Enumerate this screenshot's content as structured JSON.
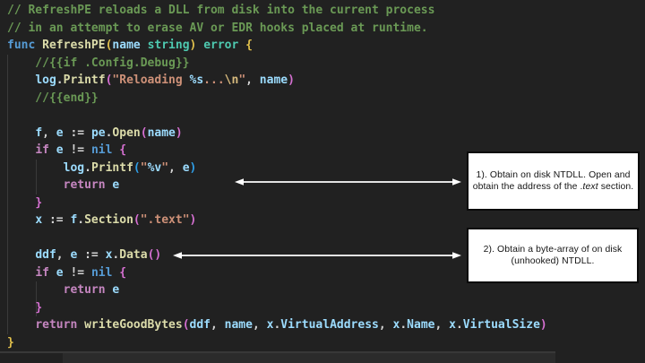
{
  "background": "#212121",
  "code_editor": {
    "colors": {
      "comment": "#6A9955",
      "kw": "#C586C0",
      "kwblue": "#569CD6",
      "fn": "#DCDCAA",
      "v": "#9CDCFE",
      "ty": "#4EC9B0",
      "s": "#CE9178",
      "esc": "#D7BA7D",
      "fmt": "#9CDCFE",
      "p": "#D4D4D4",
      "b1": "#E2C14C",
      "b2": "#D670D2",
      "b3": "#2F9FE8"
    },
    "lines": [
      [
        {
          "t": "// RefreshPE reloads a DLL from disk into the current process",
          "c": "comment"
        }
      ],
      [
        {
          "t": "// in an attempt to erase AV or EDR hooks placed at runtime.",
          "c": "comment"
        }
      ],
      [
        {
          "t": "func",
          "c": "kwblue"
        },
        {
          "t": " ",
          "c": "p"
        },
        {
          "t": "RefreshPE",
          "c": "fn"
        },
        {
          "t": "(",
          "c": "b1"
        },
        {
          "t": "name",
          "c": "v"
        },
        {
          "t": " ",
          "c": "p"
        },
        {
          "t": "string",
          "c": "ty"
        },
        {
          "t": ")",
          "c": "b1"
        },
        {
          "t": " ",
          "c": "p"
        },
        {
          "t": "error",
          "c": "ty"
        },
        {
          "t": " ",
          "c": "p"
        },
        {
          "t": "{",
          "c": "b1"
        }
      ],
      [
        {
          "t": "    //{{if .Config.Debug}}",
          "c": "comment"
        }
      ],
      [
        {
          "t": "    ",
          "c": "p"
        },
        {
          "t": "log",
          "c": "v"
        },
        {
          "t": ".",
          "c": "p"
        },
        {
          "t": "Printf",
          "c": "fn"
        },
        {
          "t": "(",
          "c": "b2"
        },
        {
          "t": "\"Reloading ",
          "c": "s"
        },
        {
          "t": "%s",
          "c": "fmt"
        },
        {
          "t": "...",
          "c": "s"
        },
        {
          "t": "\\n",
          "c": "esc"
        },
        {
          "t": "\"",
          "c": "s"
        },
        {
          "t": ", ",
          "c": "p"
        },
        {
          "t": "name",
          "c": "v"
        },
        {
          "t": ")",
          "c": "b2"
        }
      ],
      [
        {
          "t": "    //{{end}}",
          "c": "comment"
        }
      ],
      [],
      [
        {
          "t": "    ",
          "c": "p"
        },
        {
          "t": "f",
          "c": "v"
        },
        {
          "t": ", ",
          "c": "p"
        },
        {
          "t": "e",
          "c": "v"
        },
        {
          "t": " := ",
          "c": "p"
        },
        {
          "t": "pe",
          "c": "v"
        },
        {
          "t": ".",
          "c": "p"
        },
        {
          "t": "Open",
          "c": "fn"
        },
        {
          "t": "(",
          "c": "b2"
        },
        {
          "t": "name",
          "c": "v"
        },
        {
          "t": ")",
          "c": "b2"
        }
      ],
      [
        {
          "t": "    ",
          "c": "p"
        },
        {
          "t": "if",
          "c": "kw"
        },
        {
          "t": " ",
          "c": "p"
        },
        {
          "t": "e",
          "c": "v"
        },
        {
          "t": " != ",
          "c": "p"
        },
        {
          "t": "nil",
          "c": "kwblue"
        },
        {
          "t": " ",
          "c": "p"
        },
        {
          "t": "{",
          "c": "b2"
        }
      ],
      [
        {
          "t": "        ",
          "c": "p"
        },
        {
          "t": "log",
          "c": "v"
        },
        {
          "t": ".",
          "c": "p"
        },
        {
          "t": "Printf",
          "c": "fn"
        },
        {
          "t": "(",
          "c": "b3"
        },
        {
          "t": "\"",
          "c": "s"
        },
        {
          "t": "%v",
          "c": "fmt"
        },
        {
          "t": "\"",
          "c": "s"
        },
        {
          "t": ", ",
          "c": "p"
        },
        {
          "t": "e",
          "c": "v"
        },
        {
          "t": ")",
          "c": "b3"
        }
      ],
      [
        {
          "t": "        ",
          "c": "p"
        },
        {
          "t": "return",
          "c": "kw"
        },
        {
          "t": " ",
          "c": "p"
        },
        {
          "t": "e",
          "c": "v"
        }
      ],
      [
        {
          "t": "    ",
          "c": "p"
        },
        {
          "t": "}",
          "c": "b2"
        }
      ],
      [
        {
          "t": "    ",
          "c": "p"
        },
        {
          "t": "x",
          "c": "v"
        },
        {
          "t": " := ",
          "c": "p"
        },
        {
          "t": "f",
          "c": "v"
        },
        {
          "t": ".",
          "c": "p"
        },
        {
          "t": "Section",
          "c": "fn"
        },
        {
          "t": "(",
          "c": "b2"
        },
        {
          "t": "\".text\"",
          "c": "s"
        },
        {
          "t": ")",
          "c": "b2"
        }
      ],
      [],
      [
        {
          "t": "    ",
          "c": "p"
        },
        {
          "t": "ddf",
          "c": "v"
        },
        {
          "t": ", ",
          "c": "p"
        },
        {
          "t": "e",
          "c": "v"
        },
        {
          "t": " := ",
          "c": "p"
        },
        {
          "t": "x",
          "c": "v"
        },
        {
          "t": ".",
          "c": "p"
        },
        {
          "t": "Data",
          "c": "fn"
        },
        {
          "t": "(",
          "c": "b2"
        },
        {
          "t": ")",
          "c": "b2"
        }
      ],
      [
        {
          "t": "    ",
          "c": "p"
        },
        {
          "t": "if",
          "c": "kw"
        },
        {
          "t": " ",
          "c": "p"
        },
        {
          "t": "e",
          "c": "v"
        },
        {
          "t": " != ",
          "c": "p"
        },
        {
          "t": "nil",
          "c": "kwblue"
        },
        {
          "t": " ",
          "c": "p"
        },
        {
          "t": "{",
          "c": "b2"
        }
      ],
      [
        {
          "t": "        ",
          "c": "p"
        },
        {
          "t": "return",
          "c": "kw"
        },
        {
          "t": " ",
          "c": "p"
        },
        {
          "t": "e",
          "c": "v"
        }
      ],
      [
        {
          "t": "    ",
          "c": "p"
        },
        {
          "t": "}",
          "c": "b2"
        }
      ],
      [
        {
          "t": "    ",
          "c": "p"
        },
        {
          "t": "return",
          "c": "kw"
        },
        {
          "t": " ",
          "c": "p"
        },
        {
          "t": "writeGoodBytes",
          "c": "fn"
        },
        {
          "t": "(",
          "c": "b2"
        },
        {
          "t": "ddf",
          "c": "v"
        },
        {
          "t": ", ",
          "c": "p"
        },
        {
          "t": "name",
          "c": "v"
        },
        {
          "t": ", ",
          "c": "p"
        },
        {
          "t": "x",
          "c": "v"
        },
        {
          "t": ".",
          "c": "p"
        },
        {
          "t": "VirtualAddress",
          "c": "v"
        },
        {
          "t": ", ",
          "c": "p"
        },
        {
          "t": "x",
          "c": "v"
        },
        {
          "t": ".",
          "c": "p"
        },
        {
          "t": "Name",
          "c": "v"
        },
        {
          "t": ", ",
          "c": "p"
        },
        {
          "t": "x",
          "c": "v"
        },
        {
          "t": ".",
          "c": "p"
        },
        {
          "t": "VirtualSize",
          "c": "v"
        },
        {
          "t": ")",
          "c": "b2"
        }
      ],
      [
        {
          "t": "}",
          "c": "b1"
        }
      ]
    ]
  },
  "callouts": [
    {
      "lines": [
        [
          {
            "t": "1). Obtain on disk NTDLL. Open and"
          }
        ],
        [
          {
            "t": "obtain the address of the ."
          },
          {
            "t": "text",
            "italic": true
          },
          {
            "t": " section."
          }
        ]
      ]
    },
    {
      "lines": [
        [
          {
            "t": "2). Obtain a byte-array of on disk"
          }
        ],
        [
          {
            "t": "(unhooked) NTDLL."
          }
        ]
      ]
    }
  ],
  "arrow_color": "#ffffff"
}
